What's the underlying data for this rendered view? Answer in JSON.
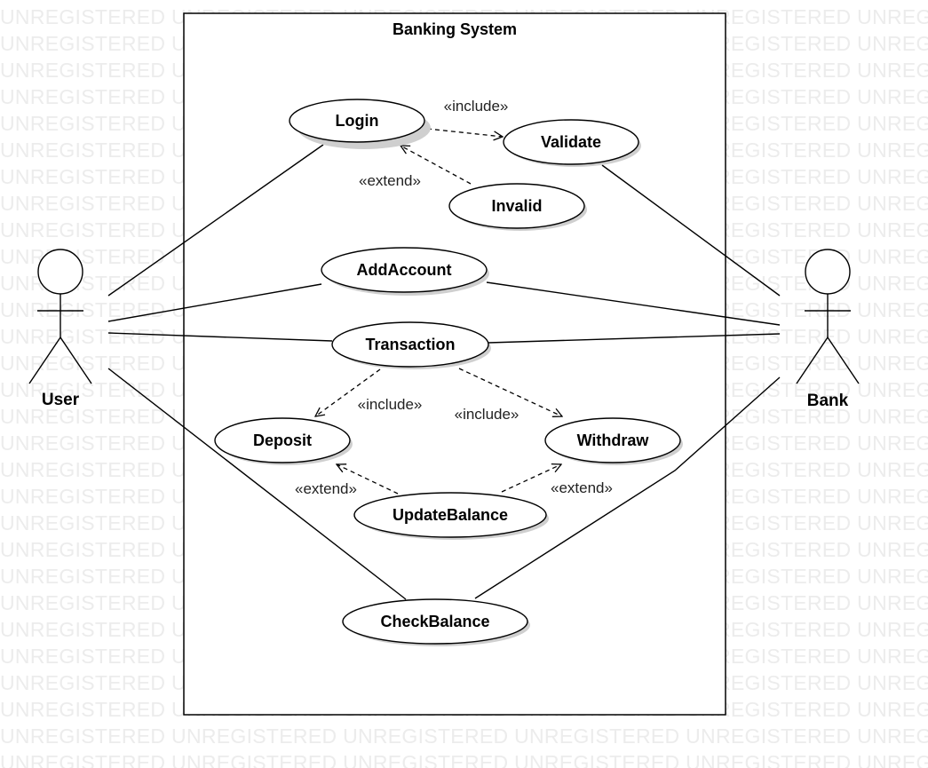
{
  "watermark_text": "UNREGISTERED",
  "colors": {
    "stroke": "#000000",
    "fill": "#ffffff",
    "shadow": "#cfcfcf",
    "watermark": "#ececec"
  },
  "diagram": {
    "system_title": "Banking System",
    "actors": {
      "user": "User",
      "bank": "Bank"
    },
    "use_cases": {
      "login": "Login",
      "validate": "Validate",
      "invalid": "Invalid",
      "add_account": "AddAccount",
      "transaction": "Transaction",
      "deposit": "Deposit",
      "withdraw": "Withdraw",
      "update_balance": "UpdateBalance",
      "check_balance": "CheckBalance"
    },
    "stereotypes": {
      "login_validate": "«include»",
      "invalid_login": "«extend»",
      "transaction_deposit": "«include»",
      "transaction_withdraw": "«include»",
      "update_deposit": "«extend»",
      "update_withdraw": "«extend»"
    }
  }
}
